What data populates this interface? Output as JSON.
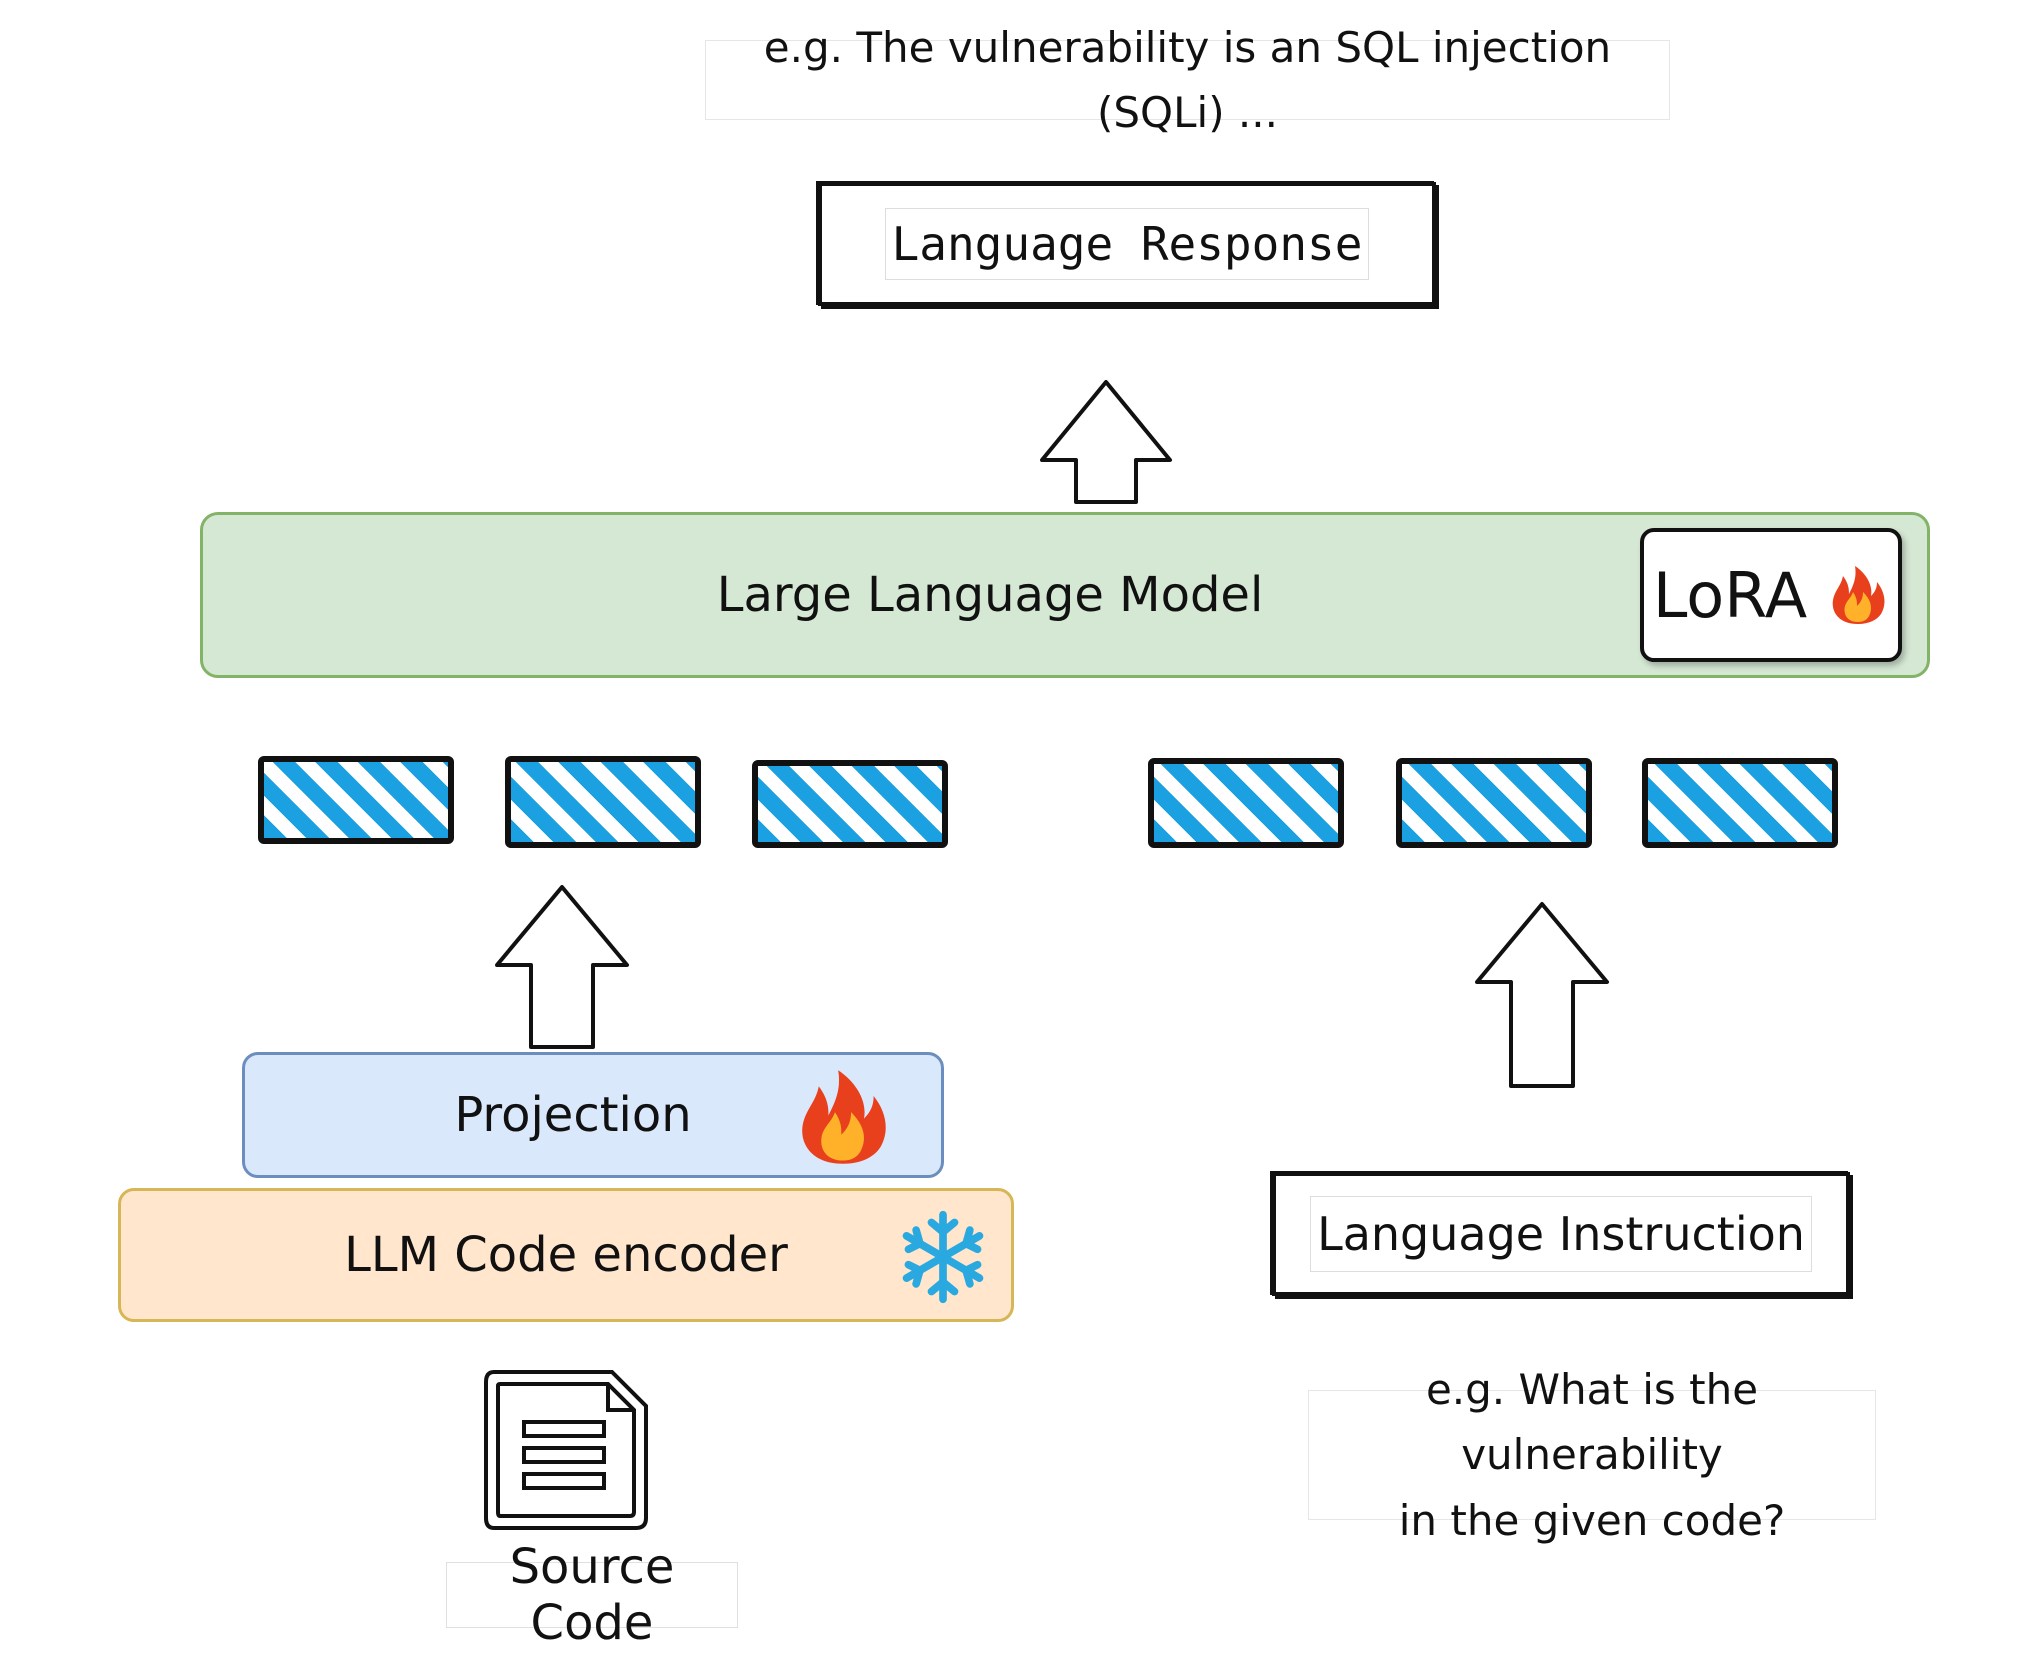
{
  "response_example": "e.g. The vulnerability is an SQL injection (SQLi) ...",
  "language_response": "Language Response",
  "llm_label": "Large Language Model",
  "lora_label": "LoRA",
  "projection_label": "Projection",
  "encoder_label": "LLM Code encoder",
  "source_code_label": "Source Code",
  "language_instruction": "Language Instruction",
  "instruction_example": {
    "line1": "e.g. What is the vulnerability",
    "line2": "in the given code?"
  },
  "colors": {
    "llm_fill": "#d5e8d4",
    "llm_border": "#82b366",
    "projection_fill": "#dae8fc",
    "projection_border": "#6c8ebf",
    "encoder_fill": "#ffe6cc",
    "encoder_border": "#d6b656",
    "token_hatch": "#1ba1e2"
  },
  "icons": {
    "lora_badge": "fire-icon",
    "projection_badge": "fire-icon",
    "encoder_badge": "snowflake-icon",
    "source": "document-icon"
  }
}
